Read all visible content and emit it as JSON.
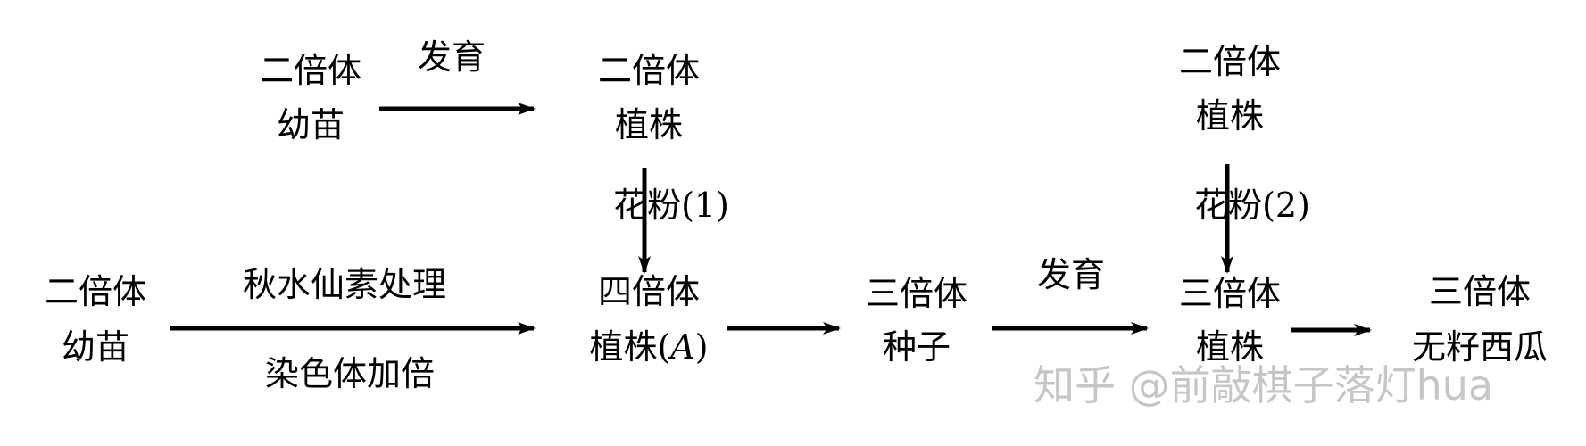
{
  "colors": {
    "ink": "#000000",
    "watermark": "#b9b9b9",
    "background": "#ffffff"
  },
  "nodes": {
    "seedling_top": [
      "二倍体",
      "幼苗"
    ],
    "diploid_a": [
      "二倍体",
      "植株"
    ],
    "diploid_b": [
      "二倍体",
      "植株"
    ],
    "seedling_bottom": [
      "二倍体",
      "幼苗"
    ],
    "tetraploid": [
      "四倍体",
      "植株(",
      "A",
      ")"
    ],
    "triploid_seed": [
      "三倍体",
      "种子"
    ],
    "triploid_plant": [
      "三倍体",
      "植株"
    ],
    "seedless": [
      "三倍体",
      "无籽西瓜"
    ]
  },
  "edges": {
    "develop_top": "发育",
    "pollen_1": "花粉(1)",
    "pollen_2": "花粉(2)",
    "colchicine": "秋水仙素处理",
    "doubling": "染色体加倍",
    "develop_bottom": "发育"
  },
  "watermark": "知乎 @前敲棋子落灯hua"
}
